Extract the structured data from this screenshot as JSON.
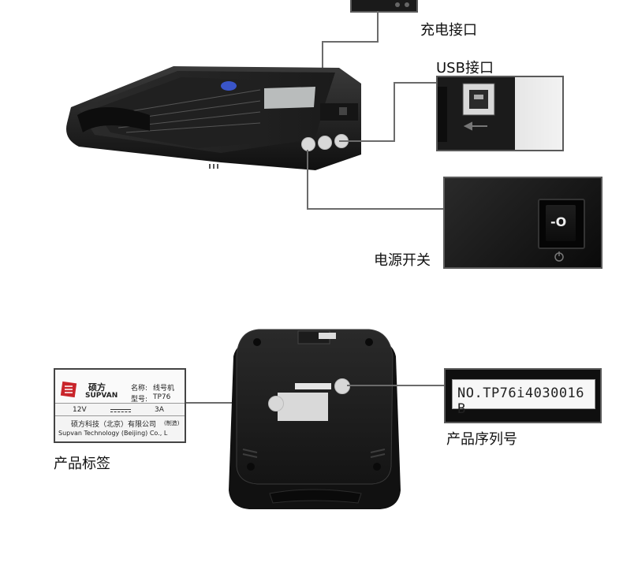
{
  "callouts": {
    "charging_port": "充电接口",
    "usb_port": "USB接口",
    "power_switch": "电源开关",
    "product_label": "产品标签",
    "serial_number": "产品序列号"
  },
  "power_switch_mark": "-O",
  "serial_value": "NO.TP76i4030016 B",
  "label": {
    "brand_cn": "硕方",
    "brand_en": "SUPVAN",
    "name_key": "名称:",
    "name_val": "线号机",
    "model_key": "型号:",
    "model_val": "TP76",
    "voltage": "12V",
    "current": "3A",
    "company_cn": "硕方科技（北京）有限公司",
    "company_tag": "(制造)",
    "company_en": "Supvan Technology (Beijing) Co., L"
  }
}
